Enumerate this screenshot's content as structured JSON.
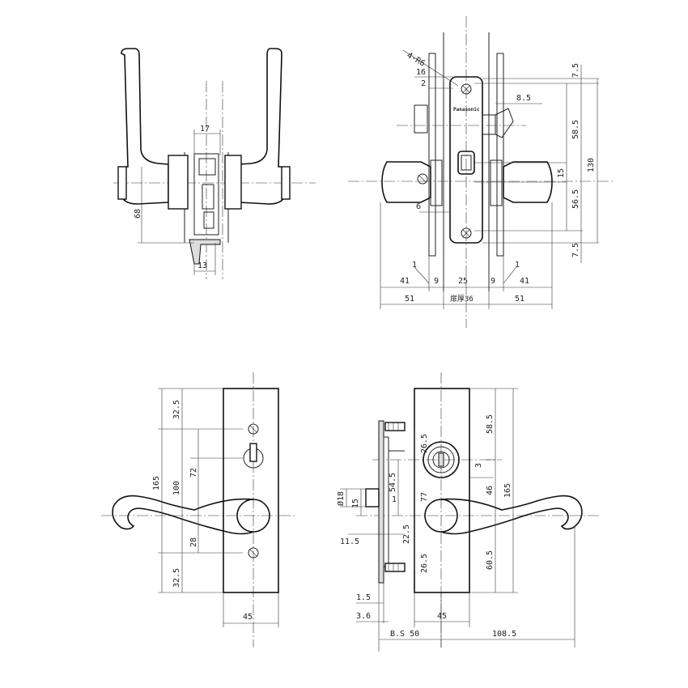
{
  "views": {
    "side_top": {
      "dims": {
        "d17": "17",
        "d68": "68",
        "d13": "13"
      }
    },
    "front_top": {
      "brand": "Panasonic",
      "dims": {
        "r6": "4-R6",
        "d16": "16",
        "d2": "2",
        "d8_5": "8.5",
        "d7_5a": "7.5",
        "d58_5": "58.5",
        "d130": "130",
        "d15": "15",
        "d56_5": "56.5",
        "d7_5b": "7.5",
        "d6": "6",
        "d1l": "1",
        "d41l": "41",
        "d9l": "9",
        "d25": "25",
        "d9r": "9",
        "d1r": "1",
        "d41r": "41",
        "d51l": "51",
        "d36": "扉厚36",
        "d51r": "51"
      }
    },
    "bottom_left": {
      "dims": {
        "d32_5a": "32.5",
        "d165": "165",
        "d100": "100",
        "d72": "72",
        "d28": "28",
        "d32_5b": "32.5",
        "d45": "45"
      }
    },
    "bottom_right": {
      "dims": {
        "d26_5a": "26.5",
        "d58_5": "58.5",
        "d3": "3",
        "d54_5": "54.5",
        "d18": "Ø18",
        "d15": "15",
        "d1": "1",
        "d77": "77",
        "d46": "46",
        "d165": "165",
        "d22_5": "22.5",
        "d11_5": "11.5",
        "d60_5": "60.5",
        "d26_5b": "26.5",
        "d1_5": "1.5",
        "d3_6": "3.6",
        "d45": "45",
        "d_bs": "B.S 50",
        "d108_5": "108.5"
      }
    }
  }
}
